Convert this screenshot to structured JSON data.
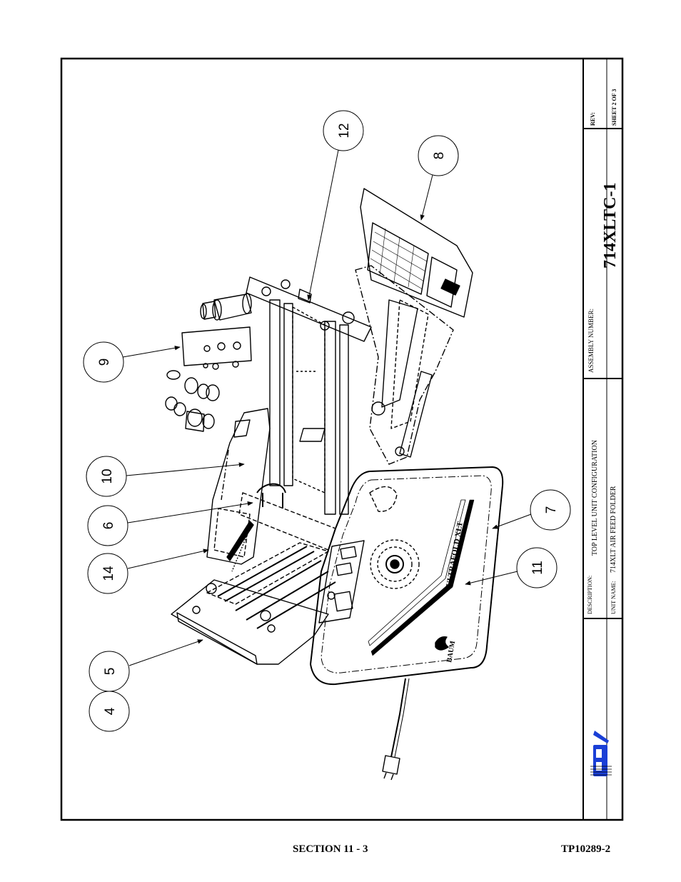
{
  "title_block": {
    "rev_label": "REV:",
    "sheet": "SHEET 2 OF 3",
    "assembly_label": "ASSEMBLY NUMBER:",
    "assembly_number": "714XLTC-1",
    "description_label": "DESCRIPTION:",
    "description": "TOP LEVEL UNIT CONFIGURATION",
    "unit_name_label": "UNIT NAME:",
    "unit_name": "714XLT AIR FEED FOLDER"
  },
  "drawing": {
    "callouts": [
      "12",
      "8",
      "9",
      "10",
      "6",
      "14",
      "5",
      "4",
      "7",
      "11"
    ],
    "brand_mark": "BAUM",
    "product_mark": "ULTRAFOLD XLT"
  },
  "footer": {
    "section": "SECTION 11 -  3",
    "doc_number": "TP10289-2"
  },
  "colors": {
    "logo_blue": "#1a3fd6",
    "ink": "#000000"
  }
}
